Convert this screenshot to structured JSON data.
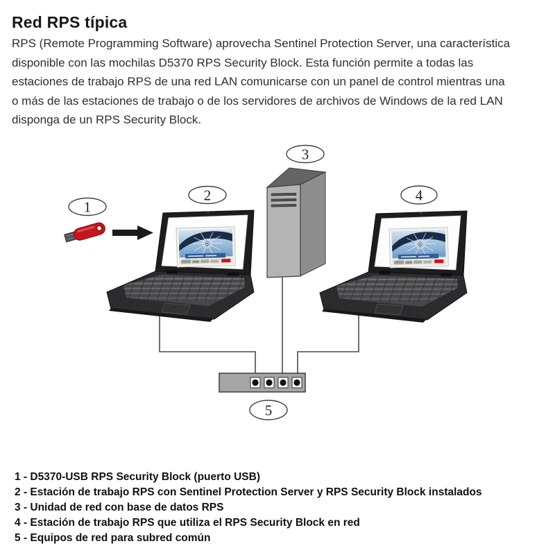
{
  "page": {
    "title": "Red RPS típica"
  },
  "intro": {
    "lines": [
      "RPS (Remote Programming Software) aprovecha Sentinel Protection Server, una característica",
      "disponible con las mochilas D5370 RPS Security Block. Esta función permite a todas las",
      "estaciones de trabajo RPS de una red LAN comunicarse con un panel de control mientras una",
      "o más de las estaciones de trabajo o de los servidores de archivos de Windows de la red LAN",
      "disponga de un RPS Security Block."
    ]
  },
  "diagram": {
    "callouts": [
      "1",
      "2",
      "3",
      "4",
      "5"
    ],
    "colors": {
      "usb_red": "#c4161d",
      "bosch_red": "#d01020",
      "arrow_black": "#1a1a1a",
      "hub_gray": "#a6a6a6",
      "server_front": "#b4b4b4",
      "server_side": "#8e8e8e",
      "server_top": "#646464",
      "cable_gray": "#4a4a4a",
      "screen_white": "#fdfdfd"
    }
  },
  "legend": {
    "items": [
      "1 - D5370-USB RPS Security Block (puerto USB)",
      "2 - Estación de trabajo RPS con Sentinel Protection Server y RPS Security Block instalados",
      "3 - Unidad de red con base de datos RPS",
      "4 - Estación de trabajo RPS que utiliza el RPS Security Block en red",
      "5 - Equipos de red para subred común"
    ]
  }
}
